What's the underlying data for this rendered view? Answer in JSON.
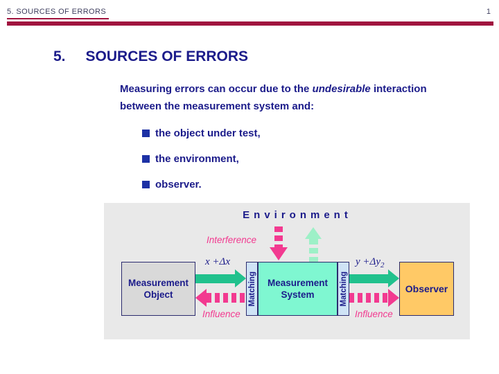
{
  "header": {
    "title": "5. SOURCES OF ERRORS",
    "page_number": "1"
  },
  "slide": {
    "title_number": "5.",
    "title": "SOURCES OF ERRORS",
    "intro_line1": {
      "before": "Measuring errors can occur due to the ",
      "emphasis": "undesirable",
      "after": " interaction"
    },
    "intro_line2": "between the measurement system and:",
    "bullets": [
      "the object under test,",
      "the environment,",
      "observer."
    ]
  },
  "diagram": {
    "environment_label": "Environment",
    "interference_label": "Interference",
    "influence_left_label": "Influence",
    "influence_right_label": "Influence",
    "input_signal": "x +Δx",
    "output_signal_main": "y +Δy",
    "output_signal_sub": "2",
    "boxes": {
      "measurement_object": {
        "line1": "Measurement",
        "line2": "Object"
      },
      "matching_left": "Matching",
      "measurement_system": {
        "line1": "Measurement",
        "line2": "System"
      },
      "matching_right": "Matching",
      "observer": "Observer"
    },
    "colors": {
      "accent_rule": "#a0143f",
      "title_text": "#1b1b8a",
      "bullet_square": "#1d31a5",
      "signal_arrow_green": "#21c18d",
      "influence_arrow_pink": "#f23a90",
      "environment_feedback_mint": "#9df0c7",
      "measurement_system_fill": "#7ff7d1",
      "matching_fill": "#cfe3f6",
      "observer_fill": "#ffc966",
      "measurement_object_fill": "#d9d9d9",
      "diagram_background": "#e9e9e9"
    }
  }
}
